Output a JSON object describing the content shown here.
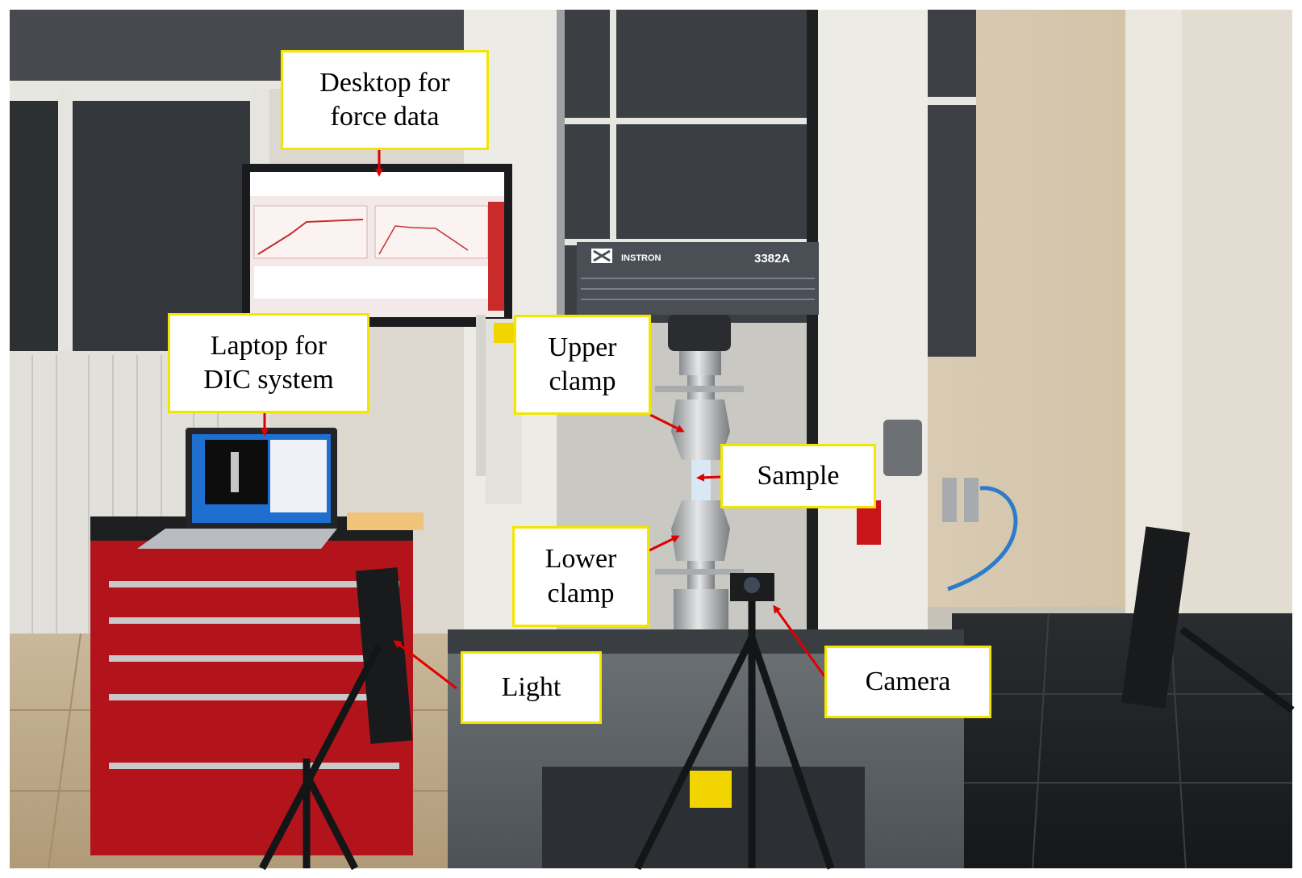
{
  "colors": {
    "callout_border": "#f2e600",
    "arrow": "#e00000",
    "cabinet_red": "#b3141c",
    "frame_white": "#ecebe6",
    "machine_gray": "#5c6166",
    "monitor_screen": "#f4e9e9"
  },
  "machine": {
    "brand": "INSTRON",
    "model": "3382A"
  },
  "labels": {
    "desktop": [
      "Desktop for",
      "force data"
    ],
    "laptop": [
      "Laptop for",
      "DIC system"
    ],
    "upper_clamp": [
      "Upper",
      "clamp"
    ],
    "sample": [
      "Sample"
    ],
    "lower_clamp": [
      "Lower",
      "clamp"
    ],
    "light": [
      "Light"
    ],
    "camera": [
      "Camera"
    ]
  }
}
